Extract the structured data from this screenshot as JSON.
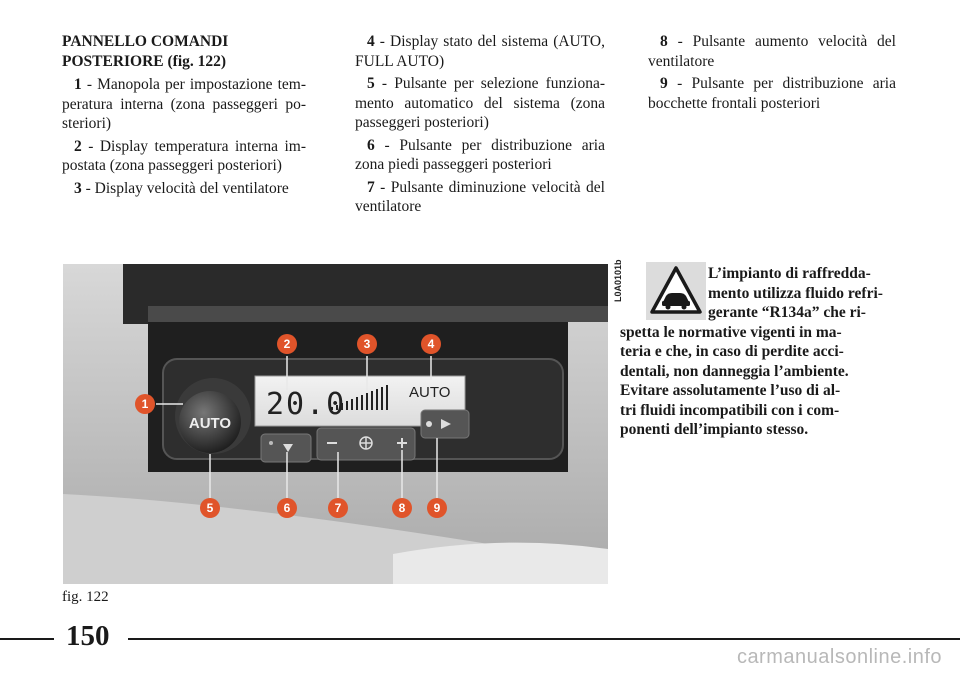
{
  "column1": {
    "heading_line1": "PANNELLO COMANDI",
    "heading_line2": "POSTERIORE (fig. 122)",
    "items": [
      {
        "num": "1",
        "text": " - Manopola per impostazione tem- peratura interna (zona passeggeri po- steriori)"
      },
      {
        "num": "2",
        "text": " - Display temperatura interna im- postata (zona passeggeri posteriori)"
      },
      {
        "num": "3",
        "text": " - Display velocità del ventilatore"
      }
    ]
  },
  "column2": {
    "items": [
      {
        "num": "4",
        "text": " - Display stato del sistema (AUTO, FULL AUTO)"
      },
      {
        "num": "5",
        "text": " - Pulsante per selezione funziona- mento automatico del sistema (zona passeggeri posteriori)"
      },
      {
        "num": "6",
        "text": " - Pulsante per distribuzione aria zona piedi passeggeri posteriori"
      },
      {
        "num": "7",
        "text": " - Pulsante diminuzione velocità del ventilatore"
      }
    ]
  },
  "column3": {
    "items": [
      {
        "num": "8",
        "text": " - Pulsante aumento velocità del ventilatore"
      },
      {
        "num": "9",
        "text": " - Pulsante per distribuzione aria bocchette frontali posteriori"
      }
    ]
  },
  "figure": {
    "code": "L0A0101b",
    "caption": "fig. 122",
    "display_temp": "20.0",
    "display_mode": "AUTO",
    "knob_label": "AUTO",
    "callouts": [
      "1",
      "2",
      "3",
      "4",
      "5",
      "6",
      "7",
      "8",
      "9"
    ]
  },
  "warning": {
    "icon": "car-warning-triangle-icon",
    "lines": [
      "L’impianto di raffredda-",
      "mento utilizza fluido refri-",
      "gerante “R134a” che ri-",
      "spetta le normative vigenti in ma-",
      "teria e che, in caso di perdite acci-",
      "dentali, non danneggia l’ambiente.",
      "Evitare assolutamente l’uso di al-",
      "tri fluidi incompatibili con i com-",
      "ponenti dell’impianto stesso."
    ]
  },
  "page_number": "150",
  "watermark": "carmanualsonline.info",
  "colors": {
    "callout": "#e0542a",
    "panel_bg": "#3d3d3d"
  }
}
